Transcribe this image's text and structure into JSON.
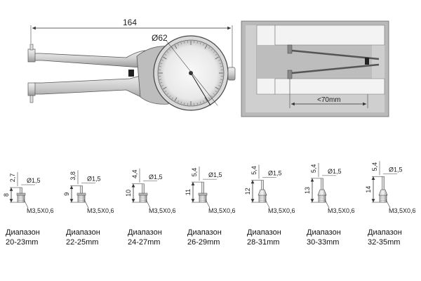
{
  "main_drawing": {
    "length_label": "164",
    "dial_label": "Ø62"
  },
  "inset": {
    "depth_label": "<70mm"
  },
  "tips": [
    {
      "top_dim": "2,7",
      "height": "8",
      "dia": "Ø1,5",
      "thread": "M3,5X0,6",
      "caption_title": "Диапазон",
      "range": "20-23mm"
    },
    {
      "top_dim": "3,8",
      "height": "9",
      "dia": "Ø1,5",
      "thread": "M3,5X0,6",
      "caption_title": "Диапазон",
      "range": "22-25mm"
    },
    {
      "top_dim": "4,4",
      "height": "10",
      "dia": "Ø1,5",
      "thread": "M3,5X0,6",
      "caption_title": "Диапазон",
      "range": "24-27mm"
    },
    {
      "top_dim": "5,4",
      "height": "11",
      "dia": "Ø1,5",
      "thread": "M3,5X0,6",
      "caption_title": "Диапазон",
      "range": "26-29mm"
    },
    {
      "top_dim": "5,4",
      "height": "12",
      "dia": "Ø1,5",
      "thread": "M3,5X0,6",
      "caption_title": "Диапазон",
      "range": "28-31mm"
    },
    {
      "top_dim": "5,4",
      "height": "13",
      "dia": "Ø1,5",
      "thread": "M3,5X0,6",
      "caption_title": "Диапазон",
      "range": "30-33mm"
    },
    {
      "top_dim": "5,4",
      "height": "14",
      "dia": "Ø1,5",
      "thread": "M3,5X0,6",
      "caption_title": "Диапазон",
      "range": "32-35mm"
    }
  ]
}
